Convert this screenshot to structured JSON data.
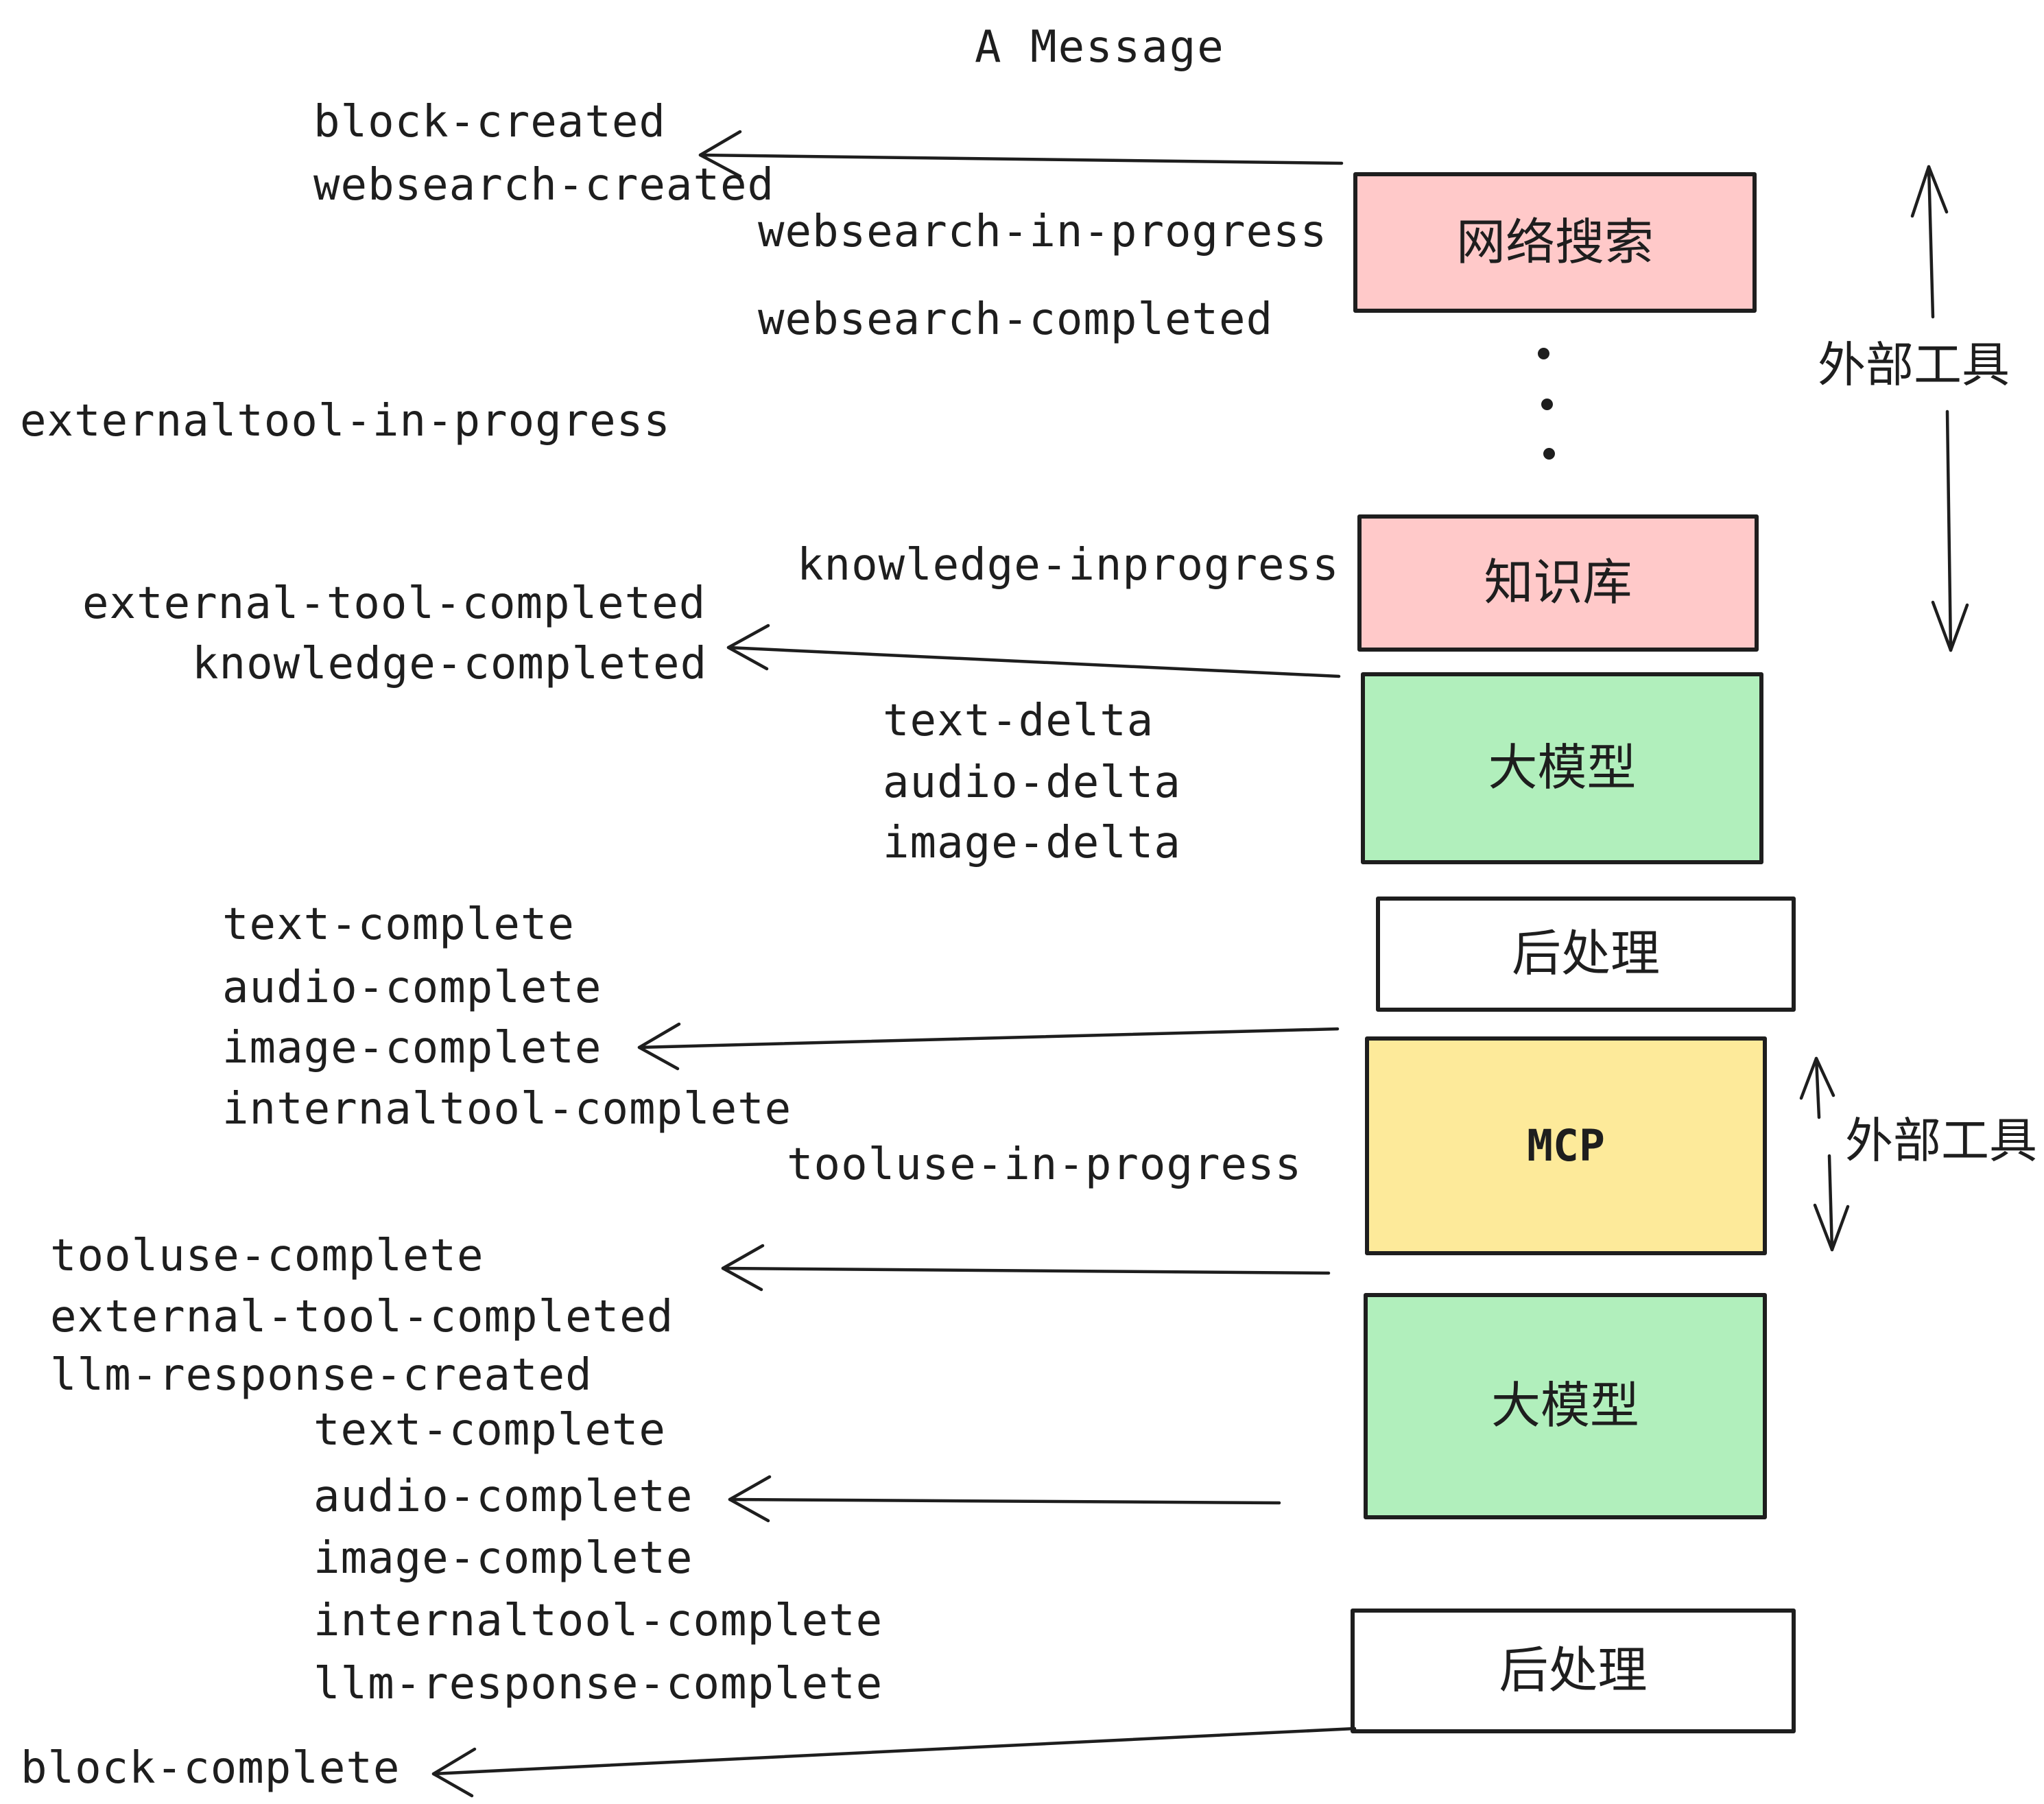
{
  "title": "A Message",
  "colors": {
    "stroke": "#1e1e1e",
    "pink_fill": "#ffc9c9",
    "green_fill": "#b1efbc",
    "yellow_fill": "#fdea9a",
    "white_fill": "#ffffff"
  },
  "boxes": [
    {
      "id": "websearch",
      "label": "网络搜索",
      "fill": "pink"
    },
    {
      "id": "knowledge",
      "label": "知识库",
      "fill": "pink"
    },
    {
      "id": "llm-1",
      "label": "大模型",
      "fill": "green"
    },
    {
      "id": "postprocess-1",
      "label": "后处理",
      "fill": "white"
    },
    {
      "id": "mcp",
      "label": "MCP",
      "fill": "yellow"
    },
    {
      "id": "llm-2",
      "label": "大模型",
      "fill": "green"
    },
    {
      "id": "postprocess-2",
      "label": "后处理",
      "fill": "white"
    }
  ],
  "side_labels": [
    {
      "label": "外部工具"
    },
    {
      "label": "外部工具"
    }
  ],
  "events": [
    {
      "text": "block-created"
    },
    {
      "text": "websearch-created"
    },
    {
      "text": "websearch-in-progress"
    },
    {
      "text": "websearch-completed"
    },
    {
      "text": "externaltool-in-progress"
    },
    {
      "text": "knowledge-inprogress"
    },
    {
      "text": "external-tool-completed"
    },
    {
      "text": "knowledge-completed"
    },
    {
      "text": "text-delta"
    },
    {
      "text": "audio-delta"
    },
    {
      "text": "image-delta"
    },
    {
      "text": "text-complete"
    },
    {
      "text": "audio-complete"
    },
    {
      "text": "image-complete"
    },
    {
      "text": "internaltool-complete"
    },
    {
      "text": "tooluse-in-progress"
    },
    {
      "text": "tooluse-complete"
    },
    {
      "text": "external-tool-completed"
    },
    {
      "text": "llm-response-created"
    },
    {
      "text": "text-complete"
    },
    {
      "text": "audio-complete"
    },
    {
      "text": "image-complete"
    },
    {
      "text": "internaltool-complete"
    },
    {
      "text": "llm-response-complete"
    },
    {
      "text": "block-complete"
    }
  ]
}
